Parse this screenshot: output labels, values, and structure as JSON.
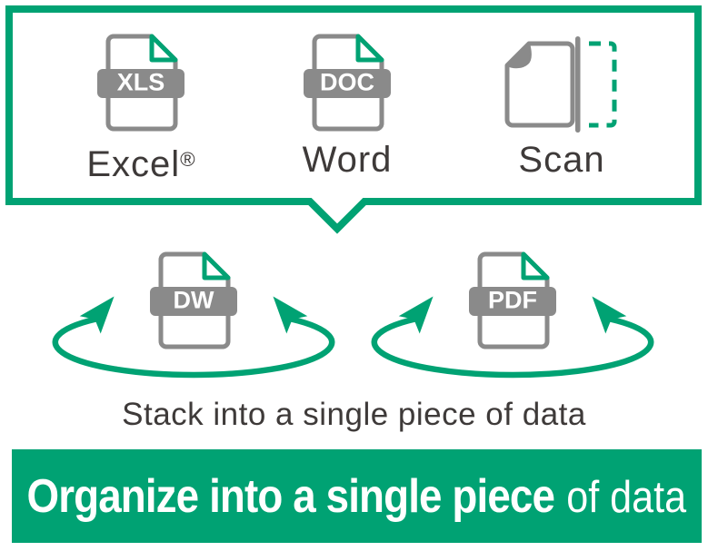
{
  "colors": {
    "accent_green": "#00a273",
    "icon_gray": "#8a8a8a",
    "text_dark": "#3e3a39",
    "text_white": "#ffffff"
  },
  "source_box": {
    "items": [
      {
        "icon": "xls-file-icon",
        "badge": "XLS",
        "label": "Excel",
        "label_mark": "®"
      },
      {
        "icon": "doc-file-icon",
        "badge": "DOC",
        "label": "Word"
      },
      {
        "icon": "scan-icon",
        "label": "Scan"
      }
    ]
  },
  "result_row": {
    "files": [
      {
        "icon": "dw-file-icon",
        "badge": "DW"
      },
      {
        "icon": "pdf-file-icon",
        "badge": "PDF"
      }
    ],
    "caption": "Stack into a single piece of data"
  },
  "banner": {
    "emphasis": "Organize into a single piece",
    "rest": "of data"
  }
}
